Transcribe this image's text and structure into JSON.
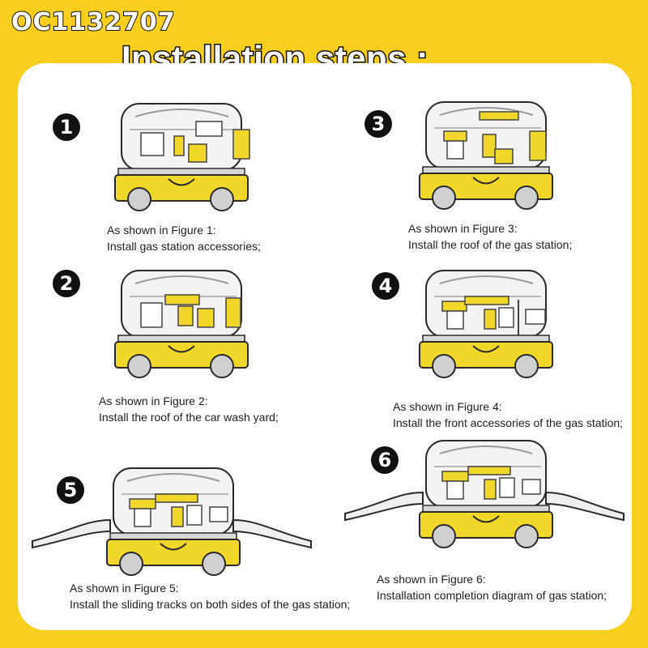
{
  "page": {
    "product_code": "OC1132707",
    "title": "Installation steps :"
  },
  "steps": [
    {
      "number": "1",
      "caption_line_1": "As shown in Figure 1:",
      "caption_line_2": "Install gas station accessories;"
    },
    {
      "number": "2",
      "caption_line_1": "As shown in Figure 2:",
      "caption_line_2": "Install the roof of the car wash yard;"
    },
    {
      "number": "3",
      "caption_line_1": "As shown in Figure 3:",
      "caption_line_2": "Install the roof of the gas station;"
    },
    {
      "number": "4",
      "caption_line_1": "As shown in Figure 4:",
      "caption_line_2": "Install the front accessories of the gas station;"
    },
    {
      "number": "5",
      "caption_line_1": "As shown in Figure 5:",
      "caption_line_2": "Install the sliding tracks on both sides of the gas station;"
    },
    {
      "number": "6",
      "caption_line_1": "As shown in Figure 6:",
      "caption_line_2": "Installation completion diagram of gas station;"
    }
  ],
  "theme": {
    "background": "#f8cf1e",
    "panel": "#ffffff",
    "case_yellow": "#f2d72b",
    "line": "#2a2a2a"
  }
}
